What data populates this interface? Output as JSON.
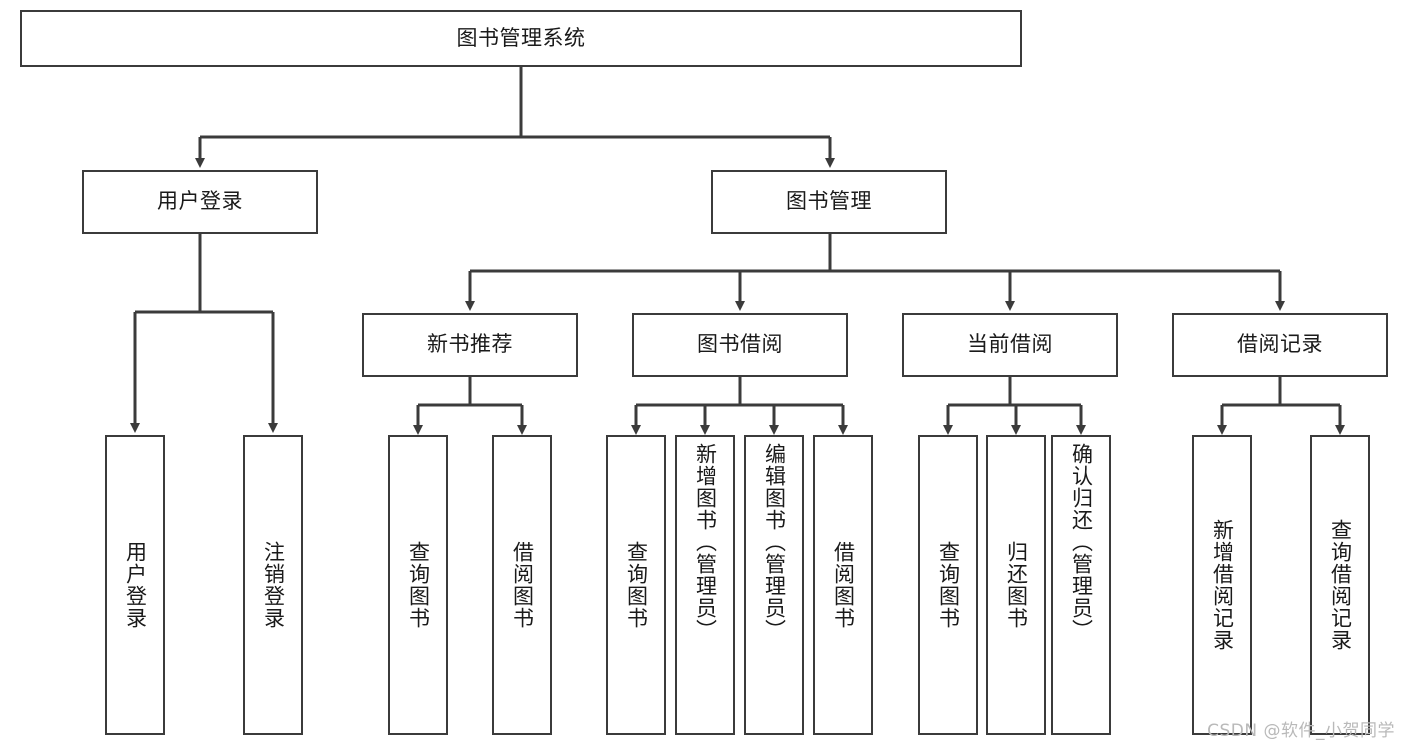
{
  "diagram": {
    "title_node": {
      "label": "图书管理系统"
    },
    "level1": [
      {
        "id": "user-login",
        "label": "用户登录"
      },
      {
        "id": "book-manage",
        "label": "图书管理"
      }
    ],
    "level2": [
      {
        "id": "new-book-recommend",
        "label": "新书推荐"
      },
      {
        "id": "book-borrow",
        "label": "图书借阅"
      },
      {
        "id": "current-borrow",
        "label": "当前借阅"
      },
      {
        "id": "borrow-record",
        "label": "借阅记录"
      }
    ],
    "leaves": {
      "user_login": [
        {
          "id": "leaf-user-login",
          "label": "用户登录"
        },
        {
          "id": "leaf-logout",
          "label": "注销登录"
        }
      ],
      "new_book_recommend": [
        {
          "id": "leaf-query-book-1",
          "label": "查询图书"
        },
        {
          "id": "leaf-borrow-book-1",
          "label": "借阅图书"
        }
      ],
      "book_borrow": [
        {
          "id": "leaf-query-book-2",
          "label": "查询图书"
        },
        {
          "id": "leaf-add-book",
          "label": "新增图书（管理员）"
        },
        {
          "id": "leaf-edit-book",
          "label": "编辑图书（管理员）"
        },
        {
          "id": "leaf-borrow-book-2",
          "label": "借阅图书"
        }
      ],
      "current_borrow": [
        {
          "id": "leaf-query-book-3",
          "label": "查询图书"
        },
        {
          "id": "leaf-return-book",
          "label": "归还图书"
        },
        {
          "id": "leaf-confirm-return",
          "label": "确认归还（管理员）"
        }
      ],
      "borrow_record": [
        {
          "id": "leaf-add-record",
          "label": "新增借阅记录"
        },
        {
          "id": "leaf-query-record",
          "label": "查询借阅记录"
        }
      ]
    },
    "watermark": "CSDN @软件_小贺同学",
    "colors": {
      "stroke": "#3b3b3b",
      "background": "#ffffff",
      "text": "#1a1a1a",
      "watermark": "#b9b9b9"
    }
  }
}
